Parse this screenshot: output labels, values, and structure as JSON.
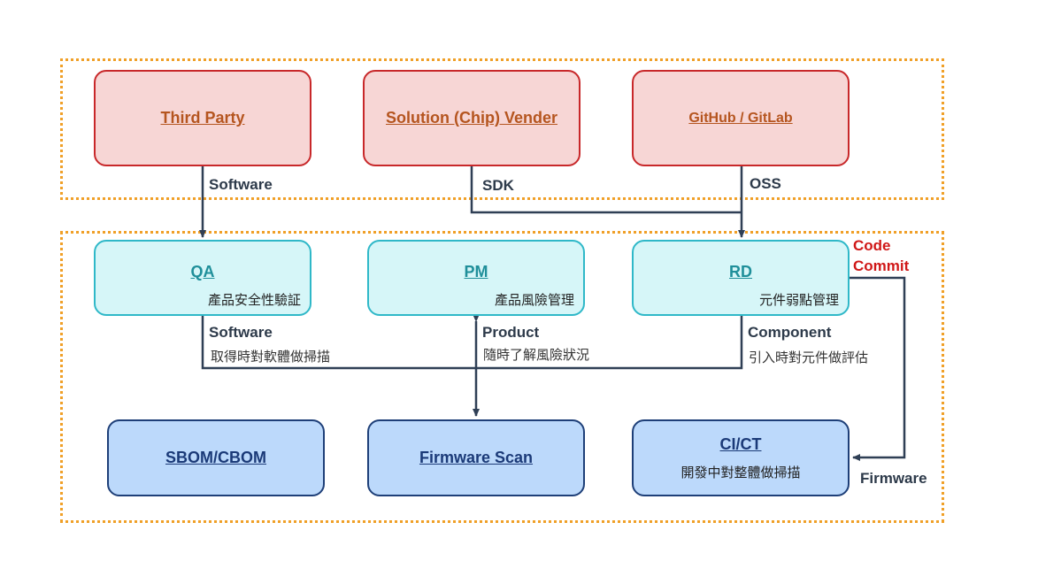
{
  "sources": {
    "third_party": "Third Party",
    "chip_vendor": "Solution (Chip) Vender",
    "github": "GitHub / GitLab"
  },
  "roles": {
    "qa": {
      "title": "QA",
      "sub": "產品安全性驗証"
    },
    "pm": {
      "title": "PM",
      "sub": "產品風險管理"
    },
    "rd": {
      "title": "RD",
      "sub": "元件弱點管理"
    }
  },
  "tools": {
    "sbom": {
      "title": "SBOM/CBOM"
    },
    "firmware_scan": {
      "title": "Firmware Scan"
    },
    "cict": {
      "title": "CI/CT",
      "sub": "開發中對整體做掃描"
    }
  },
  "flows": {
    "software_in": "Software",
    "sdk": "SDK",
    "oss": "OSS",
    "code_commit_1": "Code",
    "code_commit_2": "Commit",
    "qa_software": "Software",
    "qa_software_note": "取得時對軟體做掃描",
    "pm_product": "Product",
    "pm_product_note": "隨時了解風險狀況",
    "rd_component": "Component",
    "rd_component_note": "引入時對元件做評估",
    "firmware": "Firmware"
  },
  "colors": {
    "group_border": "#f0a028",
    "source_fill": "#f7d6d5",
    "role_fill": "#d6f6f8",
    "tool_fill": "#bcd9fb",
    "wire": "#2f3f55",
    "code_commit": "#d01818"
  }
}
